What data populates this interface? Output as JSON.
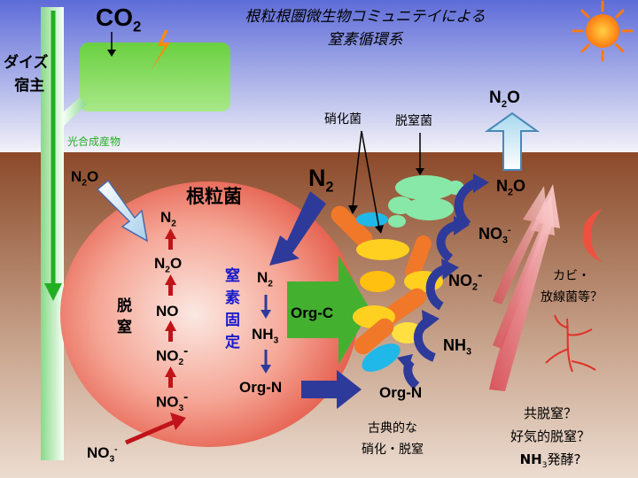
{
  "title_line1": "根粒根圏微生物コミュニテイによる",
  "title_line2": "窒素循環系",
  "co2": {
    "main": "CO",
    "sub": "2"
  },
  "host_line1": "ダイズ",
  "host_line2": "宿主",
  "photosynth": "光合成産物",
  "nodule_label": "根粒菌",
  "n2_big": {
    "main": "N",
    "sub": "2"
  },
  "n2o_top": {
    "main": "N",
    "sub": "2",
    "tail": "O"
  },
  "n2o_left": {
    "main": "N",
    "sub": "2",
    "tail": "O"
  },
  "no3_bottom": {
    "main": "NO",
    "sub": "3",
    "sup": "-"
  },
  "denit_inside": {
    "col_label": [
      "脱",
      "窒"
    ],
    "n2": {
      "main": "N",
      "sub": "2"
    },
    "n2o": {
      "main": "N",
      "sub": "2",
      "tail": "O"
    },
    "no": "NO",
    "no2": {
      "main": "NO",
      "sub": "2",
      "sup": "-"
    },
    "no3": {
      "main": "NO",
      "sub": "3",
      "sup": "-"
    }
  },
  "fixation": {
    "col_label": [
      "窒",
      "素",
      "固",
      "定"
    ],
    "n2": {
      "main": "N",
      "sub": "2"
    },
    "nh3": {
      "main": "NH",
      "sub": "3"
    },
    "orgn": "Org-N"
  },
  "orgc": "Org-C",
  "orgn_out": "Org-N",
  "nitrifier": "硝化菌",
  "denitrifier": "脱窒菌",
  "right_cycle": {
    "n2o": {
      "main": "N",
      "sub": "2",
      "tail": "O"
    },
    "no3": {
      "main": "NO",
      "sub": "3",
      "sup": "-"
    },
    "no2": {
      "main": "NO",
      "sub": "2",
      "sup": "-"
    },
    "nh3": {
      "main": "NH",
      "sub": "3"
    }
  },
  "classic_line1": "古典的な",
  "classic_line2": "硝化・脱窒",
  "fungi_line1": "カビ・",
  "fungi_line2": "放線菌等？",
  "co_denit": "共脱窒？",
  "aerobic_denit": "好気的脱窒？",
  "nh3_ferm": {
    "main": "NH",
    "sub": "3",
    "tail": "発酵?"
  },
  "colors": {
    "sky_top": "#5e6cd8",
    "sky_bottom": "#f2f2f8",
    "soil_top": "#8b4a2a",
    "soil_bottom": "#e8d6c8",
    "nodule": "#f07060",
    "arrow_blue": "#2e3a9a",
    "arrow_red": "#c0141a",
    "green": "#22b022",
    "fixation_text": "#1a1acc"
  }
}
